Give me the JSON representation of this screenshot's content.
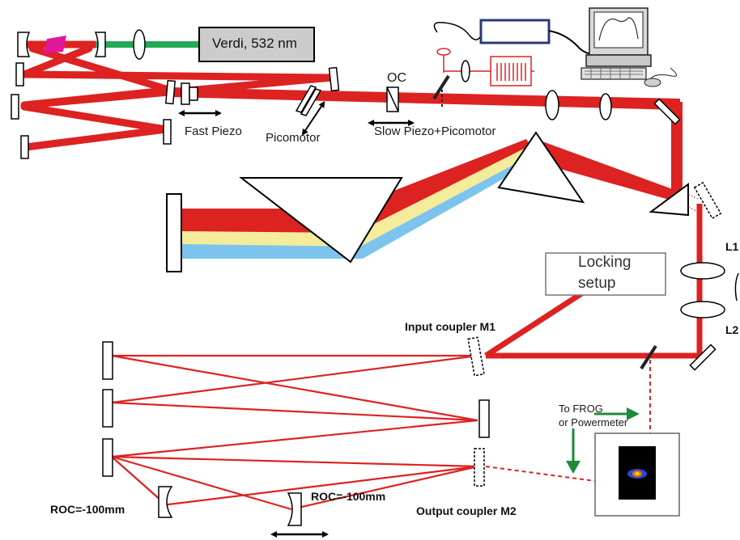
{
  "labels": {
    "verdi": "Verdi, 532 nm",
    "oc": "OC",
    "fast_piezo": "Fast Piezo",
    "picomotor": "Picomotor",
    "slow_piezo": "Slow Piezo+Picomotor",
    "locking_line1": "Locking",
    "locking_line2": "setup",
    "l1": "L1",
    "l2": "L2",
    "input_coupler": "Input coupler M1",
    "output_coupler": "Output coupler M2",
    "roc_left": "ROC=-100mm",
    "roc_right": "ROC=-100mm",
    "to_frog_line1": "To FROG",
    "to_frog_line2": "or Powermeter"
  },
  "colors": {
    "beam": "#dd2222",
    "pump": "#22aa55",
    "crystal": "#e0189a",
    "spectrum_yellow": "#f4ec9a",
    "spectrum_blue": "#7cc4ee",
    "instrument": "#2a3a7a",
    "arrow_green": "#1f8a3a"
  }
}
